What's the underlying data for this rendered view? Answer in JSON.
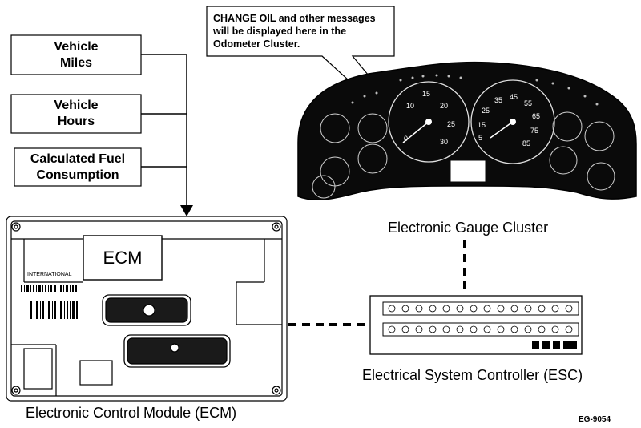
{
  "inputs": {
    "vehicle_miles": "Vehicle\nMiles",
    "vehicle_hours": "Vehicle\nHours",
    "fuel_consumption": "Calculated Fuel\nConsumption"
  },
  "callout": "CHANGE OIL and other messages will be displayed here in the Odometer Cluster.",
  "ecm": {
    "label": "ECM",
    "brand": "INTERNATIONAL",
    "caption": "Electronic Control Module (ECM)"
  },
  "gauge_cluster": {
    "caption": "Electronic  Gauge Cluster",
    "speed_ticks": [
      "5",
      "15",
      "25",
      "35",
      "45",
      "55",
      "65",
      "75",
      "85"
    ],
    "tach_ticks": [
      "0",
      "10",
      "15",
      "20",
      "25",
      "30"
    ]
  },
  "esc": {
    "caption": "Electrical System Controller (ESC)"
  },
  "figure_id": "EG-9054",
  "colors": {
    "cluster": "#0a0a0a",
    "line": "#000000",
    "background": "#ffffff"
  }
}
